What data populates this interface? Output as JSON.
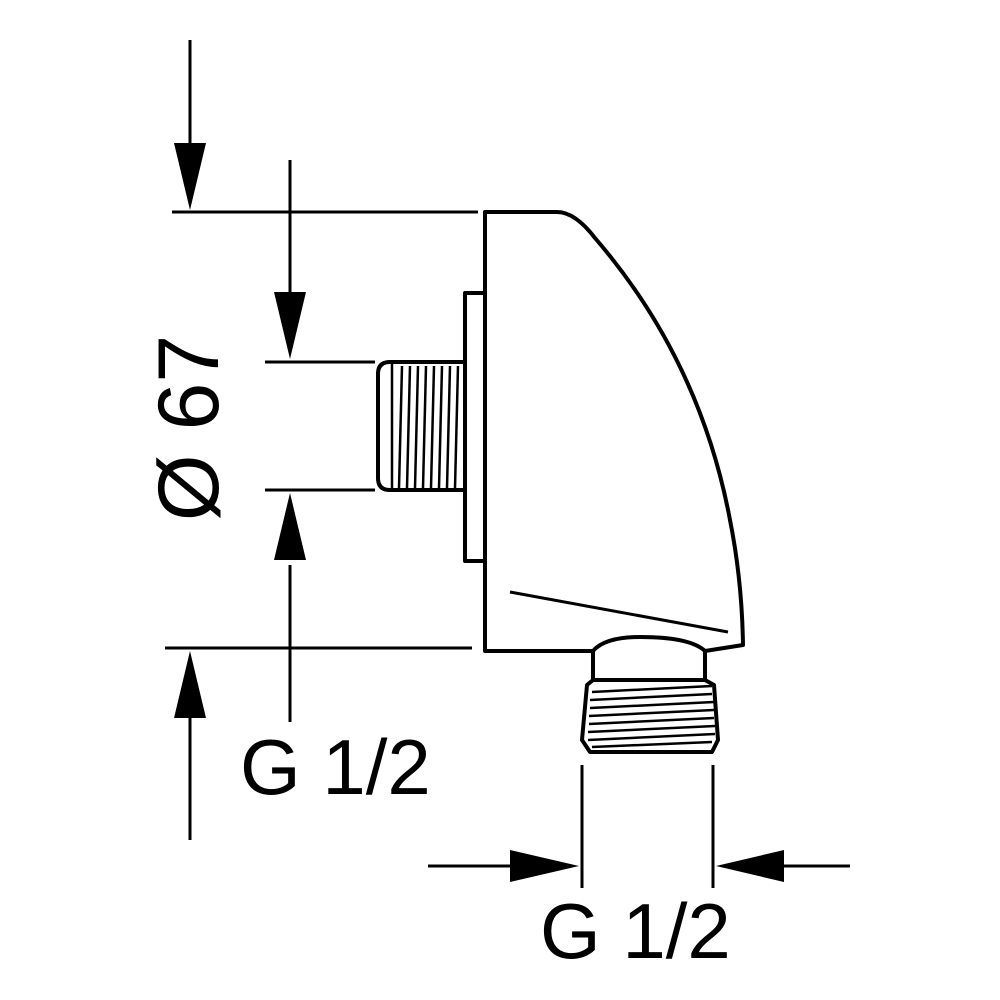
{
  "dimensions": {
    "body_diameter_label": "Ø 67",
    "wall_thread_label": "G 1/2",
    "outlet_thread_label": "G 1/2"
  },
  "colors": {
    "ink": "#000000",
    "background": "#ffffff"
  }
}
